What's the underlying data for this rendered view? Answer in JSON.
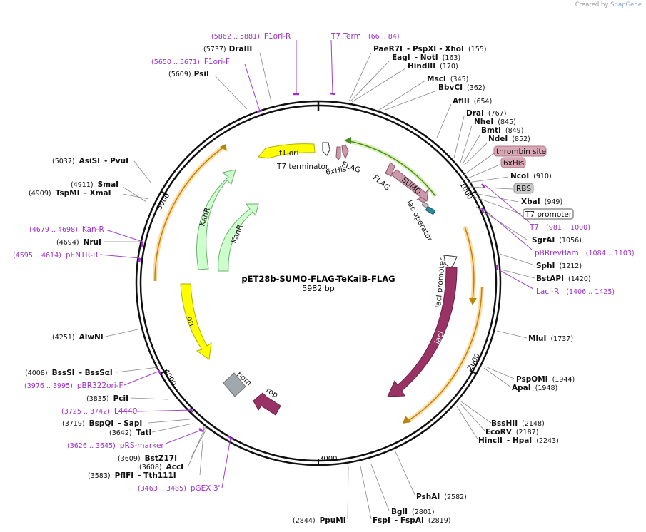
{
  "credit": {
    "created_by": "Created by",
    "brand": "SnapGene"
  },
  "plasmid": {
    "name": "pET28b-SUMO-FLAG-TeKaiB-FLAG",
    "size": "5982 bp"
  },
  "ticks": [
    "1000",
    "2000",
    "3000",
    "4000",
    "5000"
  ],
  "features": [
    {
      "id": "f1ori",
      "label": "f1 ori",
      "color": "#ffff00",
      "stroke": "#b0b000"
    },
    {
      "id": "kanr1",
      "label": "KanR",
      "color": "#ccffcc",
      "stroke": "#7fbf7f"
    },
    {
      "id": "kanr2",
      "label": "KanR",
      "color": "#ccffcc",
      "stroke": "#7fbf7f"
    },
    {
      "id": "ori",
      "label": "ori",
      "color": "#ffff00",
      "stroke": "#b0b000"
    },
    {
      "id": "bom",
      "label": "bom",
      "color": "#a0a8ae",
      "stroke": "#707070"
    },
    {
      "id": "rop",
      "label": "rop",
      "color": "#993366",
      "stroke": "#6a2244"
    },
    {
      "id": "laci",
      "label": "lacI",
      "color": "#993366",
      "stroke": "#6a2244"
    },
    {
      "id": "lacipromoter",
      "label": "lacI promoter",
      "color": "#ffffff",
      "stroke": "#333333"
    },
    {
      "id": "sumo",
      "label": "SUMO",
      "color": "#cc99aa",
      "stroke": "#8a5a6a"
    },
    {
      "id": "flag1",
      "label": "FLAG",
      "color": "#cc99aa",
      "stroke": "#8a5a6a"
    },
    {
      "id": "flag2",
      "label": "FLAG",
      "color": "#cc99aa",
      "stroke": "#8a5a6a"
    },
    {
      "id": "his",
      "label": "6xHis",
      "color": "#cc99aa",
      "stroke": "#8a5a6a"
    },
    {
      "id": "t7term",
      "label": "T7 terminator",
      "color": "#ffffff",
      "stroke": "#333333"
    },
    {
      "id": "lacop",
      "label": "lac operator",
      "color": "#ffffff",
      "stroke": "#333333"
    }
  ],
  "enzymes": [
    {
      "name": "DraIII",
      "pos": "(5737)"
    },
    {
      "name": "PsiI",
      "pos": "(5609)"
    },
    {
      "name": "AsiSI",
      "name2": "PvuI",
      "pos": "(5037)"
    },
    {
      "name": "SmaI",
      "pos": "(4911)"
    },
    {
      "name": "TspMI",
      "name2": "XmaI",
      "pos": "(4909)"
    },
    {
      "name": "NruI",
      "pos": "(4694)"
    },
    {
      "name": "AlwNI",
      "pos": "(4251)"
    },
    {
      "name": "BssSI",
      "name2": "BssSαI",
      "pos": "(4008)"
    },
    {
      "name": "PciI",
      "pos": "(3835)"
    },
    {
      "name": "BspQI",
      "name2": "SapI",
      "pos": "(3719)"
    },
    {
      "name": "TatI",
      "pos": "(3642)"
    },
    {
      "name": "BstZ17I",
      "pos": "(3609)"
    },
    {
      "name": "AccI",
      "pos": "(3608)"
    },
    {
      "name": "PflFI",
      "name2": "Tth111I",
      "pos": "(3583)"
    },
    {
      "name": "PpuMI",
      "pos": "(2844)"
    },
    {
      "name": "BglI",
      "pos": "(2801)"
    },
    {
      "name": "FspI",
      "name2": "FspAI",
      "pos": "(2819)"
    },
    {
      "name": "PshAI",
      "pos": "(2582)"
    },
    {
      "name": "BssHII",
      "pos": "(2148)"
    },
    {
      "name": "EcoRV",
      "pos": "(2187)"
    },
    {
      "name": "HincII",
      "name2": "HpaI",
      "pos": "(2243)"
    },
    {
      "name": "PspOMI",
      "pos": "(1944)"
    },
    {
      "name": "ApaI",
      "pos": "(1948)"
    },
    {
      "name": "MluI",
      "pos": "(1737)"
    },
    {
      "name": "SphI",
      "pos": "(1212)"
    },
    {
      "name": "BstAPI",
      "pos": "(1420)"
    },
    {
      "name": "SgrAI",
      "pos": "(1056)"
    },
    {
      "name": "XbaI",
      "pos": "(949)"
    },
    {
      "name": "NcoI",
      "pos": "(910)"
    },
    {
      "name": "NdeI",
      "pos": "(852)"
    },
    {
      "name": "BmtI",
      "pos": "(849)"
    },
    {
      "name": "NheI",
      "pos": "(845)"
    },
    {
      "name": "DraI",
      "pos": "(767)"
    },
    {
      "name": "AflII",
      "pos": "(654)"
    },
    {
      "name": "BbvCI",
      "pos": "(362)"
    },
    {
      "name": "MscI",
      "pos": "(345)"
    },
    {
      "name": "HindIII",
      "pos": "(170)"
    },
    {
      "name": "EagI",
      "name2": "NotI",
      "pos": "(163)"
    },
    {
      "name": "PaeR7I",
      "name2": "PspXI",
      "name3": "XhoI",
      "pos": "(155)"
    }
  ],
  "primers": [
    {
      "name": "F1ori-R",
      "range": "(5862 .. 5881)"
    },
    {
      "name": "F1ori-F",
      "range": "(5650 .. 5671)"
    },
    {
      "name": "T7 Term",
      "range": "(66 .. 84)"
    },
    {
      "name": "Kan-R",
      "range": "(4679 .. 4698)"
    },
    {
      "name": "pENTR-R",
      "range": "(4595 .. 4614)"
    },
    {
      "name": "pBR322ori-F",
      "range": "(3976 .. 3995)"
    },
    {
      "name": "L4440",
      "range": "(3725 .. 3742)"
    },
    {
      "name": "pRS-marker",
      "range": "(3626 .. 3645)"
    },
    {
      "name": "pGEX 3'",
      "range": "(3463 .. 3485)"
    },
    {
      "name": "T7",
      "range": "(981 .. 1000)"
    },
    {
      "name": "pBRrevBam",
      "range": "(1084 .. 1103)"
    },
    {
      "name": "LacI-R",
      "range": "(1406 .. 1425)"
    }
  ],
  "boxed": [
    {
      "name": "thrombin site",
      "fill": "#d9a8b4"
    },
    {
      "name": "6xHis",
      "fill": "#d9a8b4"
    },
    {
      "name": "RBS",
      "fill": "#c8c8c8"
    },
    {
      "name": "T7 promoter",
      "fill": "#ffffff"
    }
  ]
}
